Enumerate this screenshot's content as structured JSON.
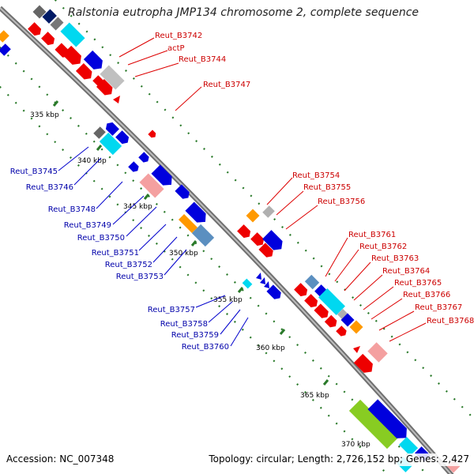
{
  "title": "Ralstonia eutropha JMP134 chromosome 2, complete sequence",
  "footer": {
    "accession": "Accession: NC_007348",
    "summary": "Topology: circular; Length: 2,726,152 bp; Genes: 2,427"
  },
  "colors": {
    "backbone": "#a6a6a6",
    "red_label": "#cc0000",
    "blue_label": "#0000aa",
    "tick": "#2a7a2a"
  },
  "scale": {
    "unit": "kbp",
    "ticks": [
      {
        "label": "335 kbp"
      },
      {
        "label": "340 kbp"
      },
      {
        "label": "345 kbp"
      },
      {
        "label": "350 kbp"
      },
      {
        "label": "355 kbp"
      },
      {
        "label": "360 kbp"
      },
      {
        "label": "365 kbp"
      },
      {
        "label": "370 kbp"
      }
    ]
  },
  "gene_labels": {
    "forward": [
      {
        "label": "Reut_B3742"
      },
      {
        "label": "actP"
      },
      {
        "label": "Reut_B3744"
      },
      {
        "label": "Reut_B3747"
      },
      {
        "label": "Reut_B3754"
      },
      {
        "label": "Reut_B3755"
      },
      {
        "label": "Reut_B3756"
      },
      {
        "label": "Reut_B3761"
      },
      {
        "label": "Reut_B3762"
      },
      {
        "label": "Reut_B3763"
      },
      {
        "label": "Reut_B3764"
      },
      {
        "label": "Reut_B3765"
      },
      {
        "label": "Reut_B3766"
      },
      {
        "label": "Reut_B3767"
      },
      {
        "label": "Reut_B3768"
      }
    ],
    "reverse": [
      {
        "label": "Reut_B3745"
      },
      {
        "label": "Reut_B3746"
      },
      {
        "label": "Reut_B3748"
      },
      {
        "label": "Reut_B3749"
      },
      {
        "label": "Reut_B3750"
      },
      {
        "label": "Reut_B3751"
      },
      {
        "label": "Reut_B3752"
      },
      {
        "label": "Reut_B3753"
      },
      {
        "label": "Reut_B3757"
      },
      {
        "label": "Reut_B3758"
      },
      {
        "label": "Reut_B3759"
      },
      {
        "label": "Reut_B3760"
      }
    ]
  }
}
